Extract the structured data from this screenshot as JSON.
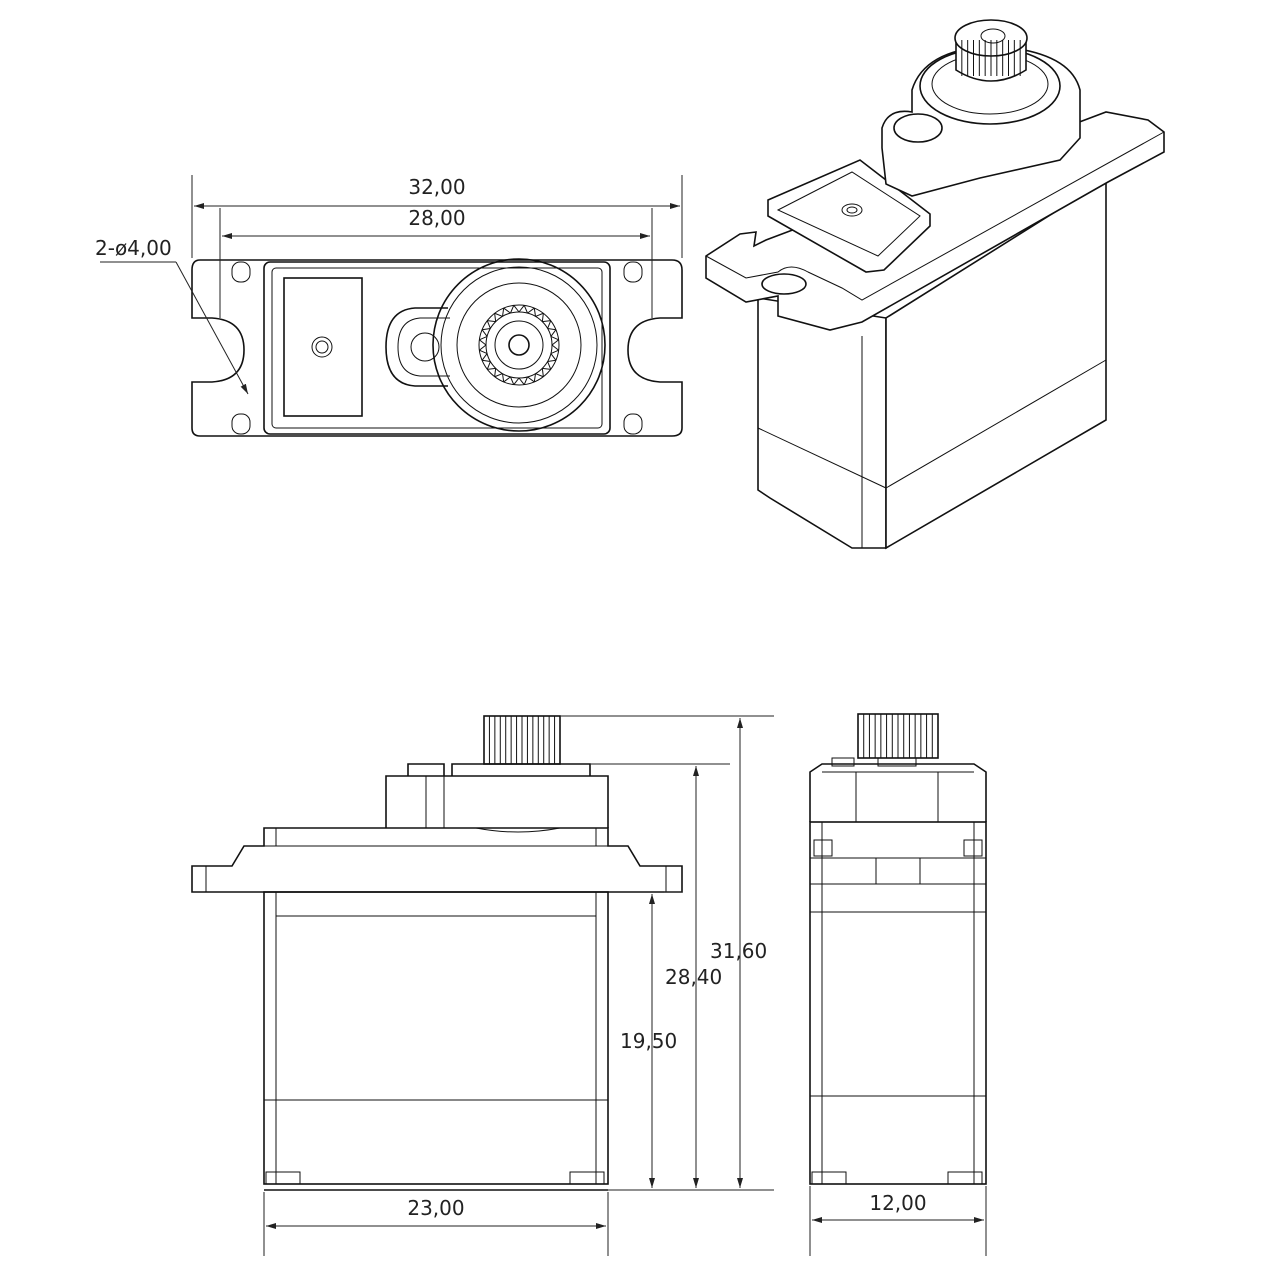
{
  "dimensions": {
    "top_width_outer": "32,00",
    "top_width_inner": "28,00",
    "hole_diameter": "2-ø4,00",
    "total_height": "31,60",
    "height_to_case_top": "28,40",
    "height_to_flange": "19,50",
    "body_width": "23,00",
    "body_depth": "12,00"
  }
}
